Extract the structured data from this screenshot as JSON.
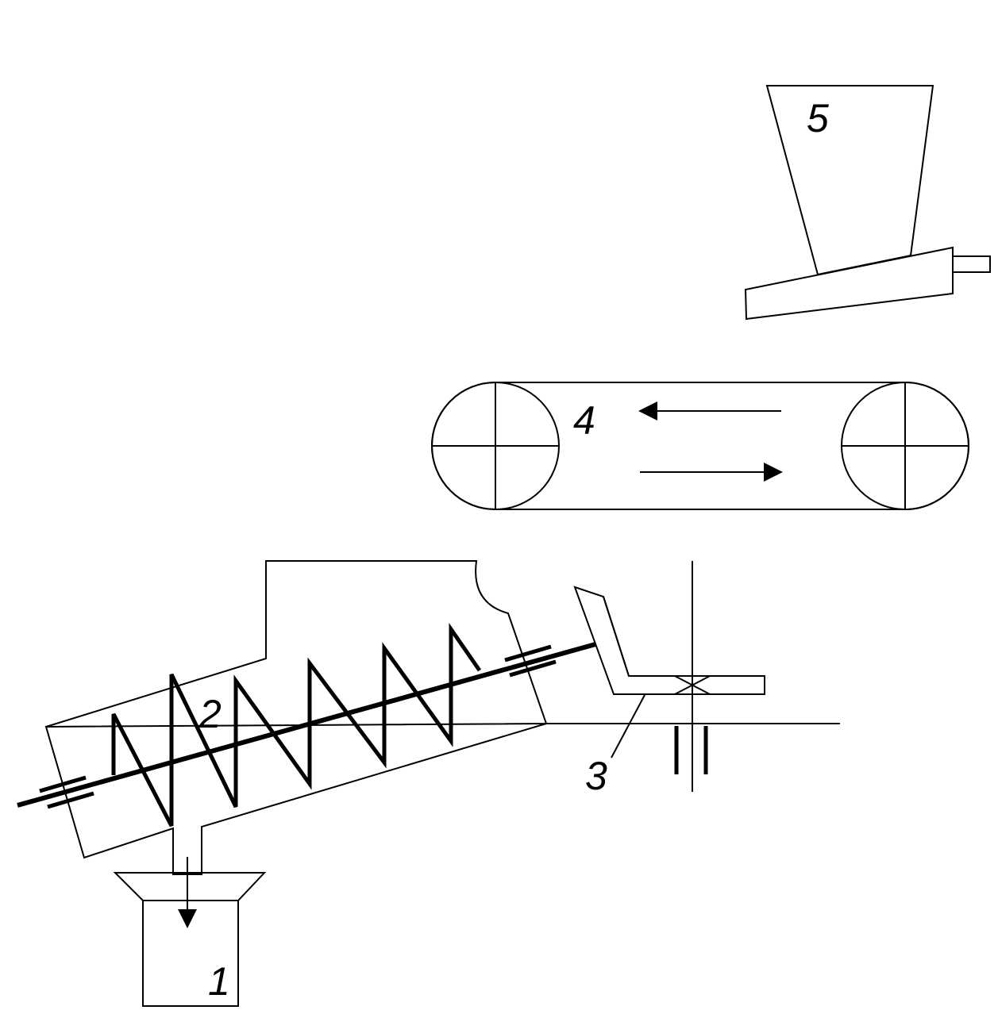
{
  "labels": {
    "storage_bin": "1",
    "screw_conveyor": "2",
    "rotary_scraper": "3",
    "belt_conveyor": "4",
    "hopper": "5"
  },
  "colors": {
    "line": "#000000",
    "background": "#ffffff"
  }
}
